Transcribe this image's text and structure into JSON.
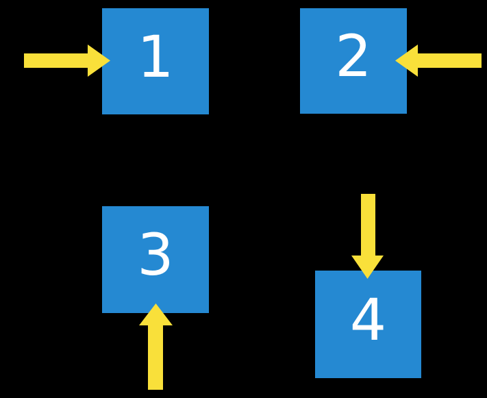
{
  "colors": {
    "background": "#000000",
    "box_fill": "#2589D2",
    "arrow_fill": "#F9E03A",
    "box_label": "#FFFFFF"
  },
  "diagram": {
    "description": "Four numbered squares, each targeted by a thick yellow arrow from a different side",
    "boxes": [
      {
        "label": "1",
        "arrow_direction": "right",
        "arrow_enters_from": "left"
      },
      {
        "label": "2",
        "arrow_direction": "left",
        "arrow_enters_from": "right"
      },
      {
        "label": "3",
        "arrow_direction": "up",
        "arrow_enters_from": "bottom"
      },
      {
        "label": "4",
        "arrow_direction": "down",
        "arrow_enters_from": "top"
      }
    ]
  }
}
